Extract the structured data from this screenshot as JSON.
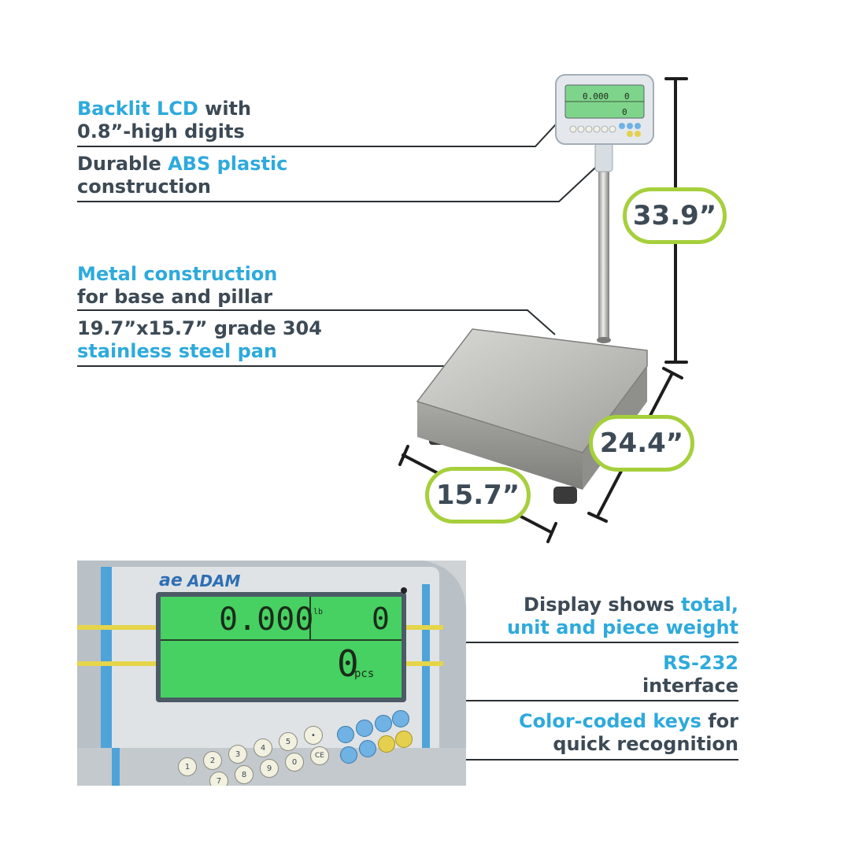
{
  "features_left": [
    {
      "pre": "",
      "hl": "Backlit LCD",
      "post": " with",
      "line2": "0.8”-high digits",
      "line2_hl": ""
    },
    {
      "pre": "Durable ",
      "hl": "ABS plastic",
      "post": "",
      "line2": "construction",
      "line2_hl": ""
    },
    {
      "pre": "",
      "hl": "Metal construction",
      "post": "",
      "line2": "for base and pillar",
      "line2_hl": ""
    },
    {
      "pre": "19.7”x15.7” grade 304",
      "hl": "",
      "post": "",
      "line2": "",
      "line2_hl": "stainless steel pan"
    }
  ],
  "features_right": [
    {
      "pre": "Display shows ",
      "hl": "total,",
      "line2_hl": "unit and piece weight",
      "line2": ""
    },
    {
      "pre": "",
      "hl": "RS-232",
      "line2_hl": "",
      "line2": "interface"
    },
    {
      "pre": "",
      "hl": "Color-coded keys",
      "post": " for",
      "line2_hl": "",
      "line2": "quick recognition"
    }
  ],
  "dimensions": {
    "height": "33.9”",
    "depth": "24.4”",
    "width": "15.7”"
  },
  "display": {
    "brand": "ADAM",
    "weight": "0.000",
    "weight_unit": "lb",
    "unit_value": "0",
    "count": "0",
    "count_unit": "pcs"
  },
  "keypad": {
    "row1": [
      "1",
      "2",
      "3",
      "4",
      "5",
      "•"
    ],
    "row2": [
      "7",
      "8",
      "9",
      "0",
      "CE"
    ]
  },
  "colors": {
    "accent": "#2eaadc",
    "dimension_ring": "#a6cf3c",
    "text": "#3d4a55",
    "lcd": "#3fcf5a"
  }
}
